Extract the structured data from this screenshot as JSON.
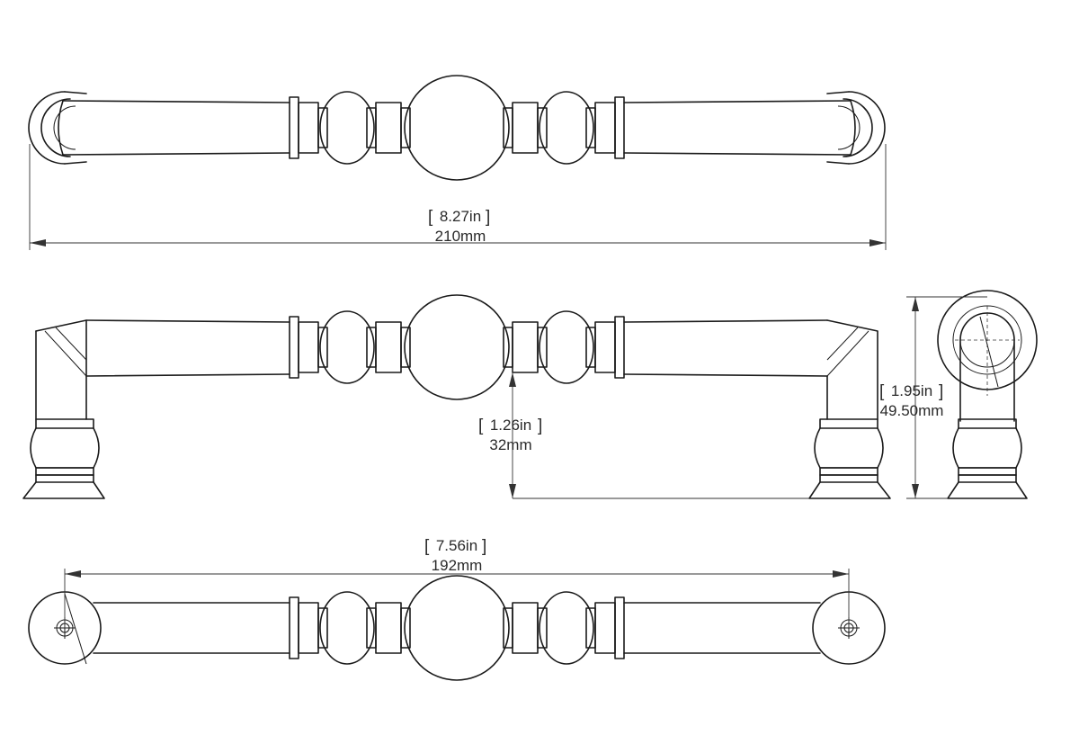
{
  "dimensions": {
    "overall_length": {
      "in": "8.27in",
      "mm": "210mm"
    },
    "height": {
      "in": "1.95in",
      "mm": "49.50mm"
    },
    "projection": {
      "in": "1.26in",
      "mm": "32mm"
    },
    "center_to_center": {
      "in": "7.56in",
      "mm": "192mm"
    }
  },
  "colors": {
    "line": "#1a1a1a",
    "background": "#ffffff"
  }
}
